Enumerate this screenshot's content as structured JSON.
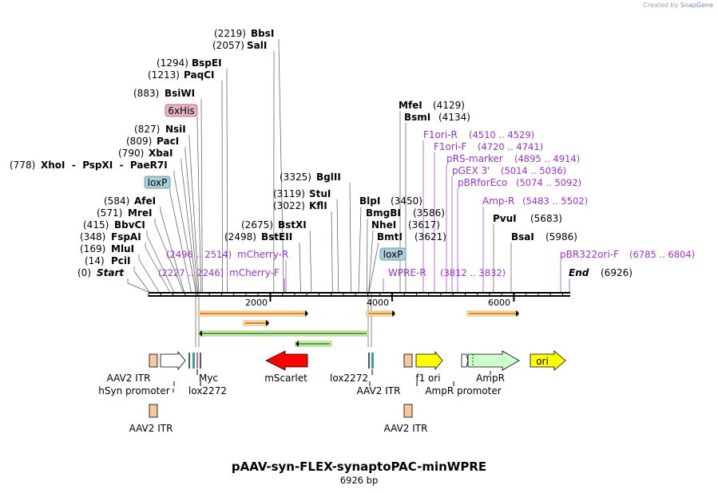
{
  "credit": {
    "prefix": "Created by",
    "brand": "SnapGene"
  },
  "title": "pAAV-syn-FLEX-synaptoPAC-minWPRE",
  "length_label": "6926 bp",
  "total_bp": 6926,
  "ruler_ticks": [
    "2000",
    "4000",
    "6000"
  ],
  "left_labels": [
    {
      "pos": "(2219)",
      "name": "BbsI",
      "bp": 2219
    },
    {
      "pos": "(2057)",
      "name": "SalI",
      "bp": 2057
    },
    {
      "pos": "(1294)",
      "name": "BspEI",
      "bp": 1294
    },
    {
      "pos": "(1213)",
      "name": "PaqCI",
      "bp": 1213
    },
    {
      "pos": "(883)",
      "name": "BsiWI",
      "bp": 883
    },
    {
      "pos": "",
      "name": "6xHis",
      "bp": 860,
      "tag": "pink"
    },
    {
      "pos": "(827)",
      "name": "NsiI",
      "bp": 827
    },
    {
      "pos": "(809)",
      "name": "PacI",
      "bp": 809
    },
    {
      "pos": "(790)",
      "name": "XbaI",
      "bp": 790
    },
    {
      "pos": "(778)",
      "name": "XhoI  -  PspXI  -  PaeR7I",
      "bp": 778
    },
    {
      "pos": "",
      "name": "loxP",
      "bp": 700,
      "tag": "blue"
    },
    {
      "pos": "(584)",
      "name": "AfeI",
      "bp": 584
    },
    {
      "pos": "(571)",
      "name": "MreI",
      "bp": 571
    },
    {
      "pos": "(415)",
      "name": "BbvCI",
      "bp": 415
    },
    {
      "pos": "(348)",
      "name": "FspAI",
      "bp": 348
    },
    {
      "pos": "(169)",
      "name": "MluI",
      "bp": 169
    },
    {
      "pos": "(14)",
      "name": "PciI",
      "bp": 14
    },
    {
      "pos": "(0)",
      "name": "Start",
      "bp": 0,
      "italic": true
    }
  ],
  "mid_labels": [
    {
      "pos": "(3325)",
      "name": "BglII",
      "bp": 3325
    },
    {
      "pos": "(3119)",
      "name": "StuI",
      "bp": 3119
    },
    {
      "pos": "(3022)",
      "name": "KflI",
      "bp": 3022
    },
    {
      "pos": "(2675)",
      "name": "BstXI",
      "bp": 2675
    },
    {
      "pos": "(2498)",
      "name": "BstEII",
      "bp": 2498
    }
  ],
  "cluster_labels": [
    {
      "name": "BlpI",
      "pos": "(3450)",
      "bp": 3450
    },
    {
      "name": "BmgBI",
      "pos": "(3586)",
      "bp": 3586
    },
    {
      "name": "NheI",
      "pos": "(3617)",
      "bp": 3617
    },
    {
      "name": "BmtI",
      "pos": "(3621)",
      "bp": 3621
    }
  ],
  "mfe_labels": [
    {
      "name": "MfeI",
      "pos": "(4129)",
      "bp": 4129
    },
    {
      "name": "BsmI",
      "pos": "(4134)",
      "bp": 4134
    }
  ],
  "right_enzymes": [
    {
      "name": "PvuI",
      "pos": "(5683)",
      "bp": 5683
    },
    {
      "name": "BsaI",
      "pos": "(5986)",
      "bp": 5986
    },
    {
      "name": "End",
      "pos": "(6926)",
      "bp": 6926,
      "italic": true
    }
  ],
  "primers": [
    {
      "name": "mCherry-R",
      "range": "(2496 .. 2514)",
      "bp": 2505
    },
    {
      "name": "mCherry-F",
      "range": "(2227 .. 2246)",
      "bp": 2236
    },
    {
      "name": "F1ori-R",
      "range": "(4510 .. 4529)",
      "bp": 4520
    },
    {
      "name": "F1ori-F",
      "range": "(4720 .. 4741)",
      "bp": 4730
    },
    {
      "name": "pRS-marker",
      "range": "(4895 .. 4914)",
      "bp": 4904
    },
    {
      "name": "pGEX 3'",
      "range": "(5014 .. 5036)",
      "bp": 5025
    },
    {
      "name": "pBRforEco",
      "range": "(5074 .. 5092)",
      "bp": 5083
    },
    {
      "name": "Amp-R",
      "range": "(5483 .. 5502)",
      "bp": 5492
    },
    {
      "name": "pBR322ori-F",
      "range": "(6785 .. 6804)",
      "bp": 6794
    },
    {
      "name": "WPRE-R",
      "range": "(3812 .. 3832)",
      "bp": 3822
    }
  ],
  "loxp_tag_right": "loxP",
  "features": [
    {
      "name": "AAV2 ITR",
      "sub": "hSyn promoter"
    },
    {
      "name": "Myc",
      "sub": "lox2272"
    },
    {
      "name": "mScarlet"
    },
    {
      "name": "lox2272",
      "sub": "AAV2 ITR"
    },
    {
      "name": "f1 ori",
      "sub": "AmpR promoter"
    },
    {
      "name": "AmpR"
    },
    {
      "name": "ori"
    },
    {
      "name": "AAV2 ITR"
    },
    {
      "name": "AAV2 ITR"
    }
  ],
  "colors": {
    "primer": "#9933cc",
    "orf_orange": "#e8a03c",
    "orf_green": "#3a9a1a",
    "mscarlet": "#ff0000",
    "f1ori": "#ffff00",
    "ampr": "#ccffcc",
    "itr": "#f7c89b",
    "loxp_tag": "#a9d0dc",
    "his_tag": "#e6b3c6"
  }
}
